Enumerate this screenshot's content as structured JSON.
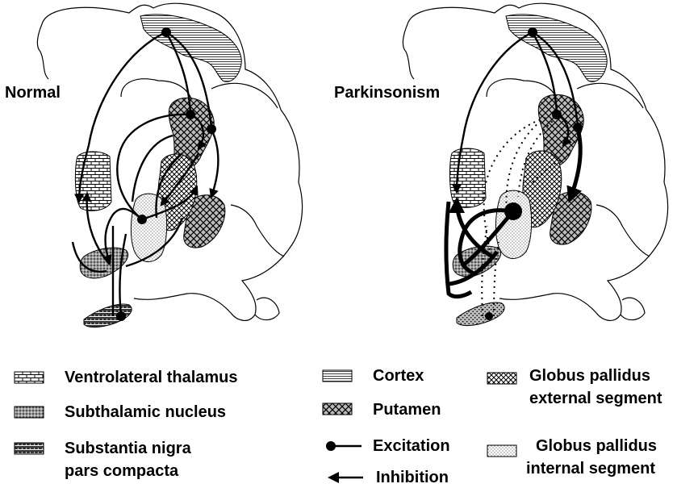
{
  "panels": {
    "normal": {
      "title": "Normal"
    },
    "parkinsonism": {
      "title": "Parkinsonism"
    }
  },
  "legend": {
    "ventrolateral_thalamus": "Ventrolateral thalamus",
    "subthalamic_nucleus": "Subthalamic nucleus",
    "substantia_nigra_line1": "Substantia nigra",
    "substantia_nigra_line2": "pars compacta",
    "cortex": "Cortex",
    "putamen": "Putamen",
    "excitation": "Excitation",
    "inhibition": "Inhibition",
    "gpe_line1": "Globus pallidus",
    "gpe_line2": "external segment",
    "gpi_line1": "Globus pallidus",
    "gpi_line2": "internal segment"
  }
}
